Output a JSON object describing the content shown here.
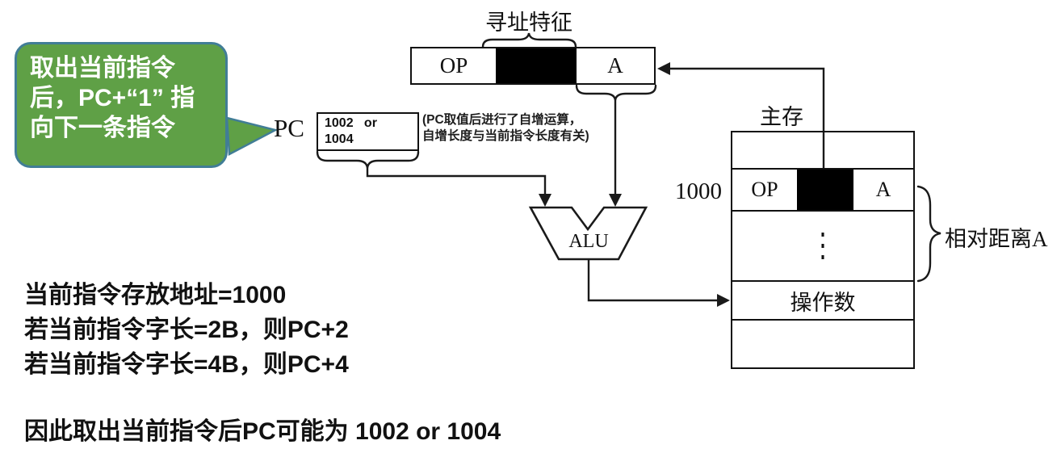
{
  "bubble": {
    "lines": [
      "取出当前指令",
      "后，PC+“1” 指",
      "向下一条指令"
    ]
  },
  "pc": {
    "label": "PC",
    "values": [
      "1002   or",
      "1004"
    ]
  },
  "pc_note": {
    "lines": [
      "(PC取值后进行了自增运算，",
      "自增长度与当前指令长度有关)"
    ]
  },
  "instruction_register": {
    "addressing_label": "寻址特征",
    "op": "OP",
    "address_field": "A"
  },
  "alu": {
    "label": "ALU"
  },
  "memory": {
    "title": "主存",
    "address_label": "1000",
    "row_1000": {
      "op": "OP",
      "address_field": "A"
    },
    "dots": "⋮",
    "operand_row": "操作数",
    "brace_label": "相对距离A"
  },
  "notes": {
    "lines": [
      "当前指令存放地址=1000",
      "若当前指令字长=2B，则PC+2",
      "若当前指令字长=4B，则PC+4"
    ],
    "conclusion": "因此取出当前指令后PC可能为 1002 or 1004"
  },
  "colors": {
    "bubble_fill": "#5fa046",
    "bubble_border": "#417d96",
    "line": "#1a1a1a",
    "field_black": "#000000"
  }
}
